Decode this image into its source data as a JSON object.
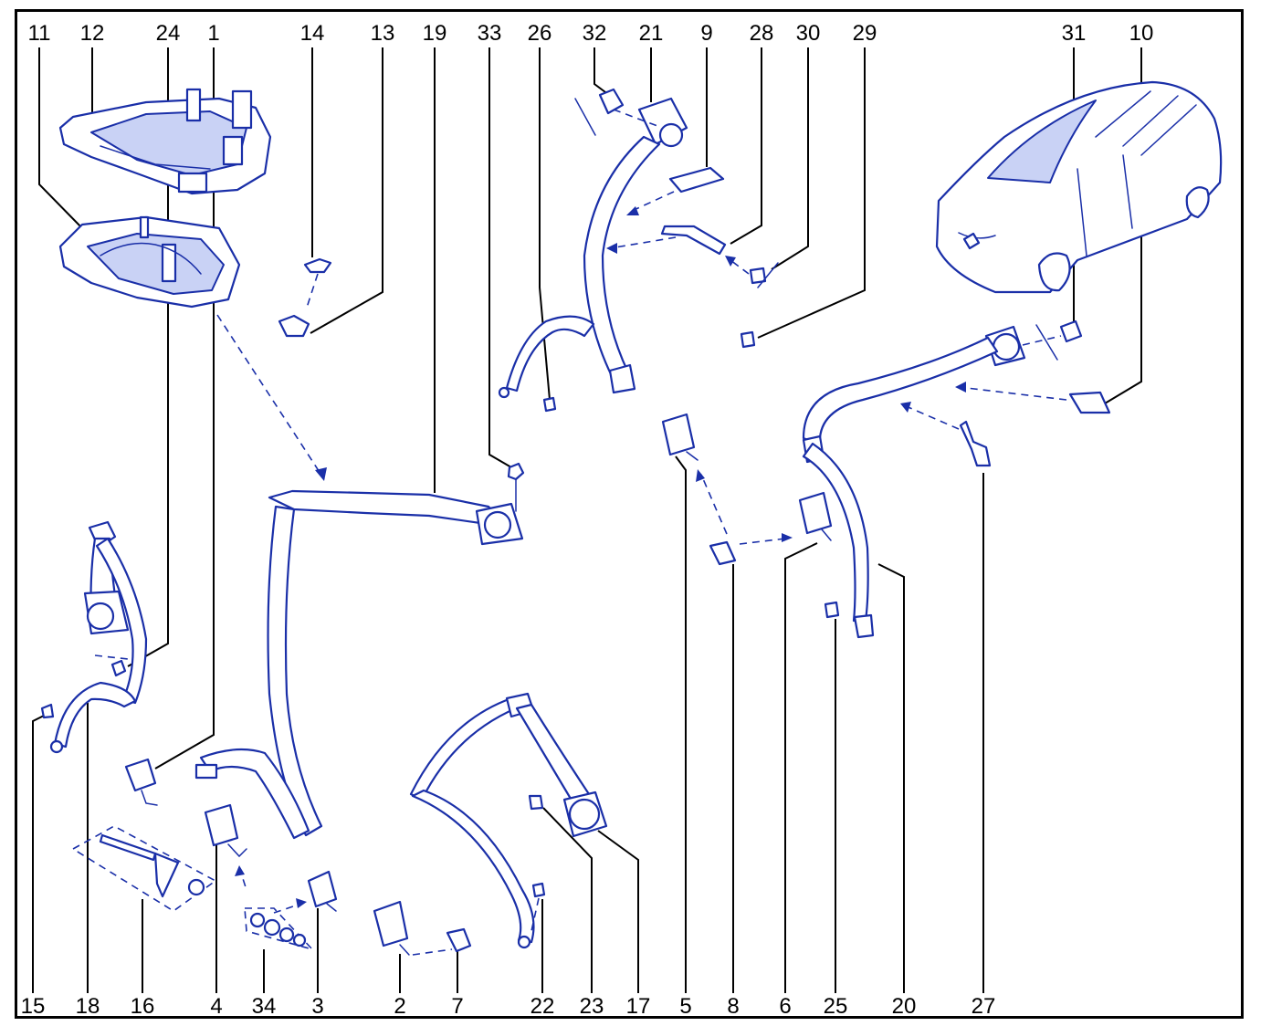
{
  "labels_top": [
    "11",
    "12",
    "24",
    "1",
    "14",
    "13",
    "19",
    "33",
    "26",
    "32",
    "21",
    "9",
    "28",
    "30",
    "29",
    "31",
    "10"
  ],
  "labels_bottom": [
    "15",
    "18",
    "16",
    "4",
    "34",
    "3",
    "2",
    "7",
    "22",
    "23",
    "17",
    "5",
    "8",
    "6",
    "25",
    "20",
    "27"
  ],
  "colors": {
    "line_art": "#1a2fa8",
    "leader": "#000000",
    "frame": "#000000"
  }
}
